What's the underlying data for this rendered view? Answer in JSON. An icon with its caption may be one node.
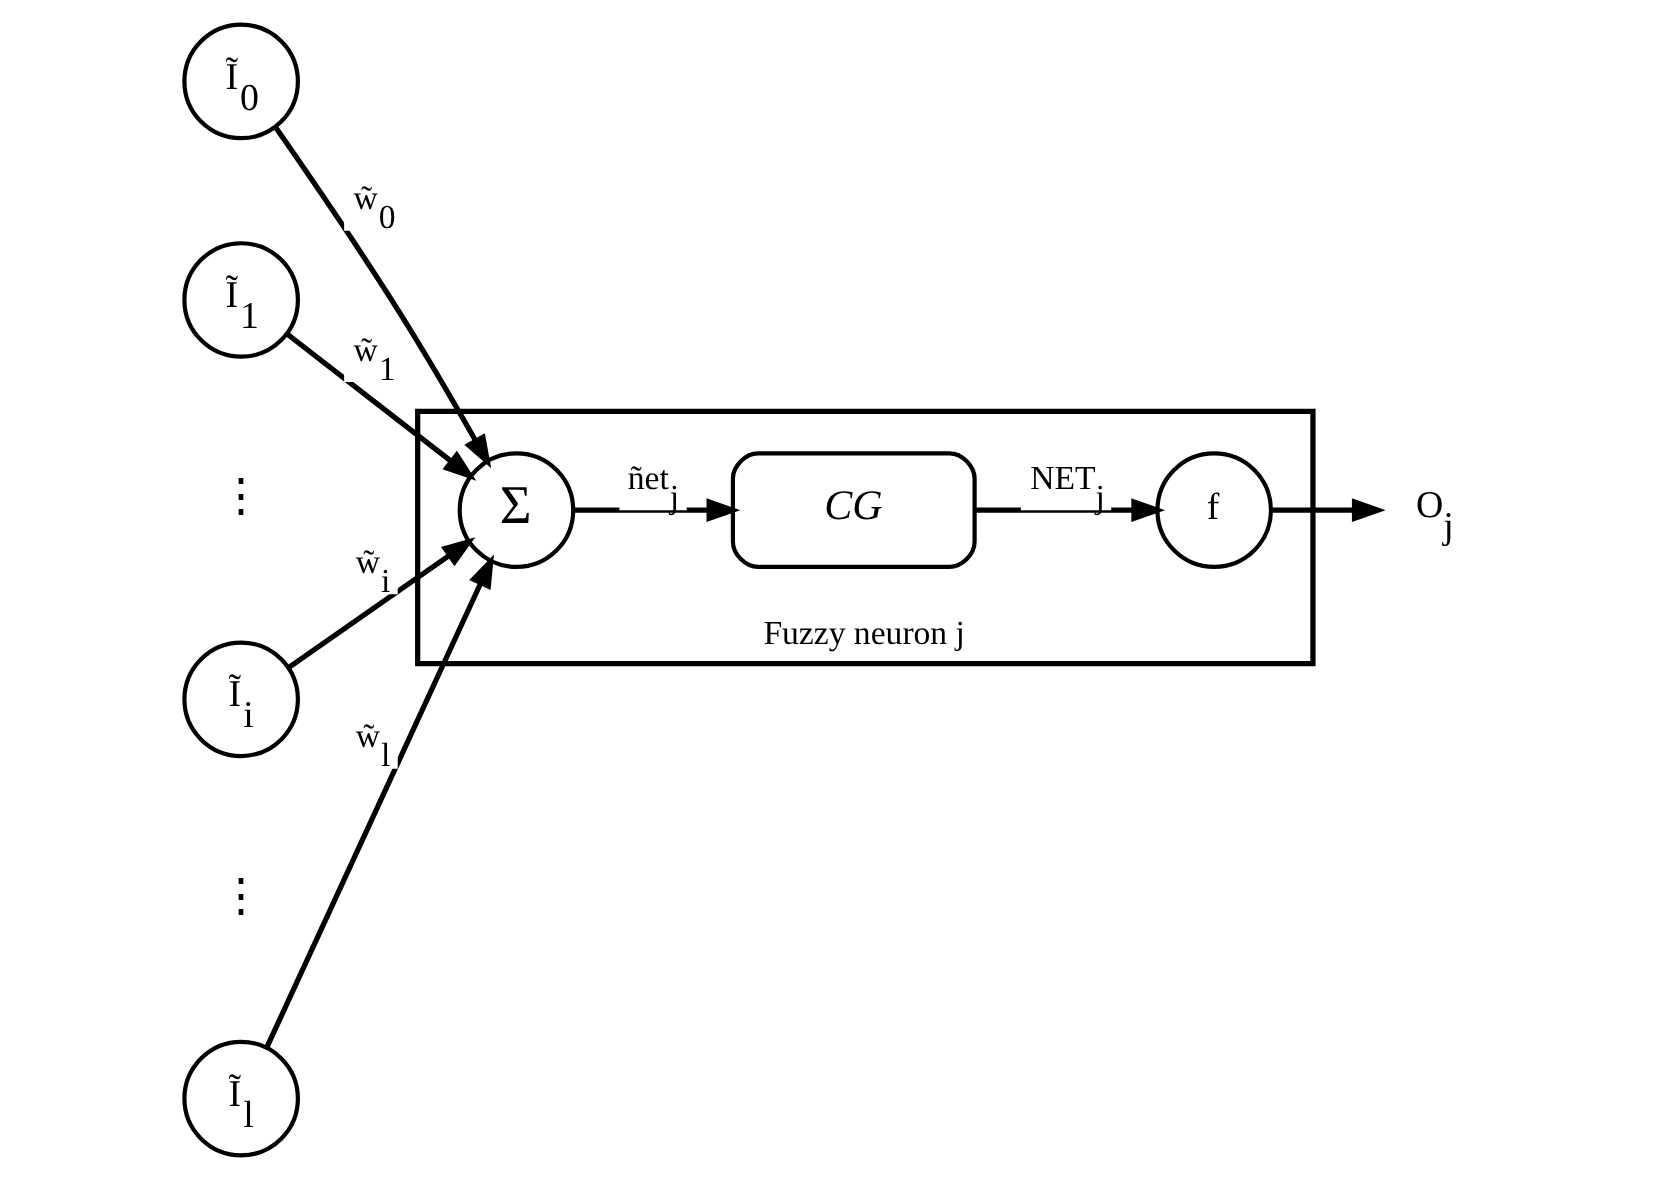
{
  "diagram": {
    "nodes": [
      {
        "text": [
          "Ĩ$_{0}$"
        ]
      },
      {
        "text": [
          "Ĩ$_{1}$"
        ]
      },
      {
        "text": [
          "Ĩ$_{i}$"
        ]
      },
      {
        "text": [
          "Ĩ$_{l}$"
        ]
      },
      {
        "text": [
          "Fuzzy neuron j"
        ]
      },
      {
        "text": [
          "Σ"
        ],
        "in": 4
      },
      {
        "text": [
          "CG"
        ],
        "in": 4
      },
      {
        "text": [
          "f"
        ],
        "in": 4
      },
      {
        "text": [
          "O$_{j}$"
        ]
      }
    ],
    "edges": [
      {
        "from": 0,
        "to": 5,
        "arrow": "to",
        "label": "w̃$_{0}$"
      },
      {
        "from": 1,
        "to": 5,
        "arrow": "to",
        "label": "w̃$_{1}$"
      },
      {
        "from": 2,
        "to": 5,
        "arrow": "to",
        "label": "w̃$_{i}$"
      },
      {
        "from": 3,
        "to": 5,
        "arrow": "to",
        "label": "w̃$_{l}$"
      },
      {
        "from": 5,
        "to": 6,
        "arrow": "to",
        "label": "ñet$_{j}$"
      },
      {
        "from": 6,
        "to": 7,
        "arrow": "to",
        "label": "NET$_{j}$"
      },
      {
        "from": 7,
        "to": 8,
        "arrow": "to"
      }
    ],
    "labels": [
      "⋮",
      "⋮"
    ]
  }
}
